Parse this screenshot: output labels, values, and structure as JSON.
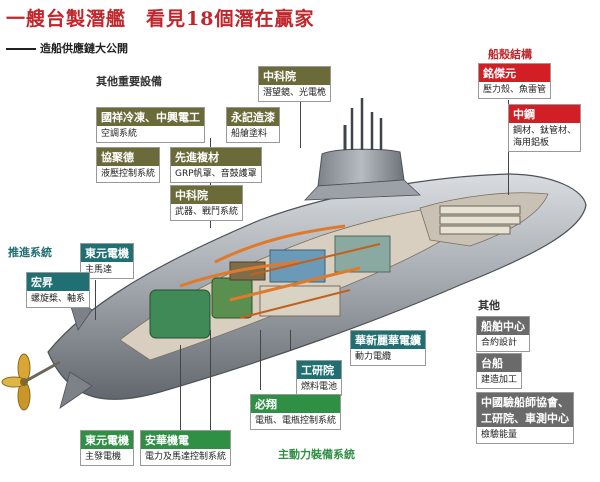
{
  "title": "一艘台製潛艦　看見18個潛在贏家",
  "subtitle": "造船供應鏈大公開",
  "sections": {
    "other_equipment": "其他重要設備",
    "hull_structure": "船殼結構",
    "propulsion": "推進系統",
    "others": "其他",
    "main_power": "主動力裝備系統"
  },
  "labels": {
    "csist_periscope": {
      "name": "中科院",
      "desc": "潛望鏡、光電桅"
    },
    "kuohsiang": {
      "name": "國祥冷凍、中興電工",
      "desc": "空調系統"
    },
    "yungchi": {
      "name": "永記造漆",
      "desc": "船艙塗料"
    },
    "hsiehchi": {
      "name": "協聚德",
      "desc": "液壓控制系統"
    },
    "advanced_composite": {
      "name": "先進複材",
      "desc": "GRP帆罩、音鼓護罩"
    },
    "csist_weapons": {
      "name": "中科院",
      "desc": "武器、戰鬥系統"
    },
    "mingchuan": {
      "name": "銘傑元",
      "desc": "壓力殼、魚雷管"
    },
    "china_steel": {
      "name": "中鋼",
      "desc": [
        "鋼材、鈦管材、",
        "海用鋁板"
      ]
    },
    "teco_motor": {
      "name": "東元電機",
      "desc": "主馬達"
    },
    "hungsheng": {
      "name": "宏昇",
      "desc": "螺旋槳、軸系"
    },
    "hua_hsin": {
      "name": "華新麗華電纜",
      "desc": "動力電纜"
    },
    "itri": {
      "name": "工研院",
      "desc": "燃料電池"
    },
    "bisheng": {
      "name": "必翔",
      "desc": "電瓶、電瓶控制系統"
    },
    "teco_gen": {
      "name": "東元電機",
      "desc": "主發電機"
    },
    "ahw": {
      "name": "安華機電",
      "desc": "電力及馬達控制系統"
    },
    "ship_center": {
      "name": "船舶中心",
      "desc": "合約設計"
    },
    "csbc": {
      "name": "台船",
      "desc": "建造加工"
    },
    "cas": {
      "name": [
        "中國驗船師協會、",
        "工研院、車測中心"
      ],
      "desc": "檢驗能量"
    }
  },
  "colors": {
    "title": "#c0262b",
    "olive": "#6b6b3a",
    "teal": "#1f6f73",
    "green": "#2f8f45",
    "red": "#d21f26",
    "gray": "#6a6a6a",
    "hull": "#a8adb3"
  }
}
